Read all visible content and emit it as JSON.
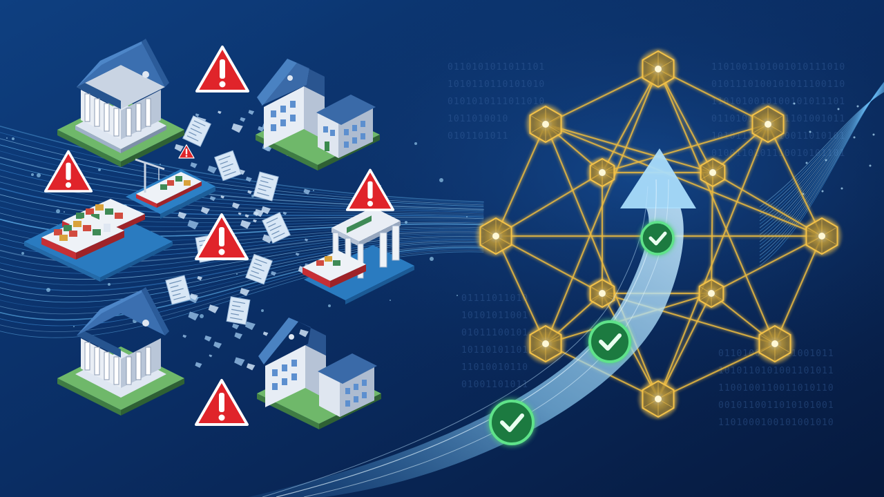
{
  "binary_lines_right": [
    "1101001101001010111010",
    "0101110100101011100110",
    "1101010010100101011101",
    "0110101010011101001011",
    "1010111001010011010101",
    "0100110101110010101101"
  ],
  "binary_lines_left": [
    "0110101011011101",
    "1010110110101010",
    "0101010111011010",
    "1011010010",
    "0101101011"
  ],
  "binary_lines_lower": [
    "01111011010",
    "10101011001",
    "01011100101",
    "10110101101",
    "11010010110",
    "01001101011"
  ],
  "binary_lines_lower_right": [
    "0110100110011001011",
    "1010110101001101011",
    "1100100110011010110",
    "0010110011010101001",
    "1101000100101001010"
  ],
  "watermark_text": "",
  "colors": {
    "background_top": "#0d3a78",
    "background_bottom": "#071c42",
    "warning_red": "#e0242a",
    "check_green": "#35c964",
    "network_gold": "#f3c24a",
    "stream_blue": "#7fc3f2"
  },
  "icons": [
    "bank-building-icon",
    "office-building-icon",
    "cargo-ship-icon",
    "customs-gate-icon",
    "warning-icon",
    "document-fragment-icon",
    "check-circle-icon",
    "blockchain-node-icon",
    "upward-arrow-icon"
  ]
}
